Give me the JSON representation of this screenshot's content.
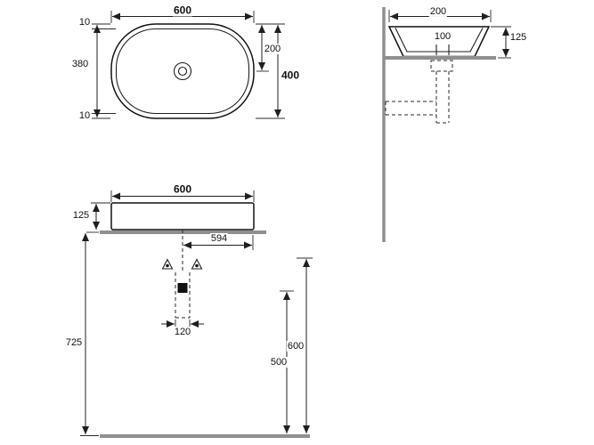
{
  "drawing": {
    "plan": {
      "overall_width": "600",
      "rim_top": "10",
      "basin_depth": "380",
      "rim_bottom": "10",
      "center_offset": "200",
      "overall_depth": "400"
    },
    "side": {
      "depth": "200",
      "drain_width": "100",
      "rim_height": "125"
    },
    "front": {
      "overall_width": "600",
      "rim_height": "125",
      "body_width": "594",
      "drain_width": "120",
      "mount_height": "725",
      "supply_height": "600",
      "drain_height": "500"
    }
  },
  "colors": {
    "line": "#1f1f1f",
    "structure": "#8f8f8f"
  }
}
